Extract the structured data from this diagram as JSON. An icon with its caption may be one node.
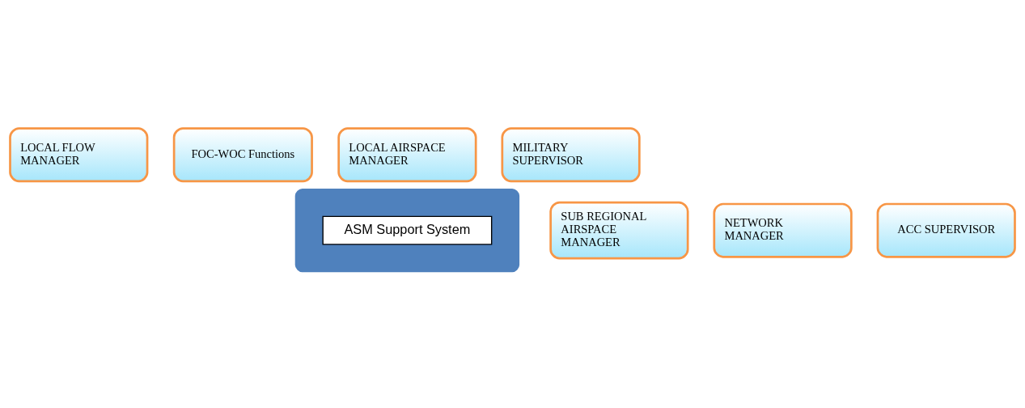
{
  "diagram": {
    "nodes": [
      {
        "text": [
          "LOCAL FLOW MANAGER"
        ]
      },
      {
        "text": [
          "FOC-WOC Functions"
        ]
      },
      {
        "text": [
          "LOCAL AIRSPACE MANAGER"
        ]
      },
      {
        "text": [],
        "shape": "ellipse"
      },
      {
        "text": [
          "ASM Support System"
        ],
        "in": 3
      },
      {
        "text": [
          "MILITARY SUPERVISOR"
        ]
      },
      {
        "text": [
          "ACC SUPERVISOR"
        ]
      },
      {
        "text": [
          "SUB REGIONAL AIRSPACE MANAGER"
        ]
      },
      {
        "text": [
          "NETWORK MANAGER"
        ]
      }
    ],
    "edges": []
  }
}
